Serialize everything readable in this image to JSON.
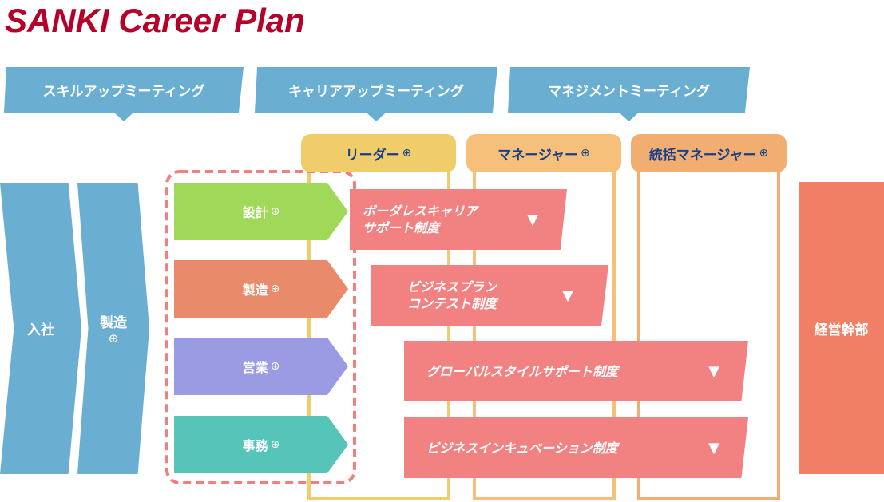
{
  "title": "SANKI Career Plan",
  "meetings": [
    "スキルアップミーティング",
    "キャリアアップミーティング",
    "マネジメントミーティング"
  ],
  "roles": [
    {
      "label": "リーダー",
      "color": "#f0cc6a"
    },
    {
      "label": "マネージャー",
      "color": "#f6c07a"
    },
    {
      "label": "統括マネージャー",
      "color": "#f2ae70"
    }
  ],
  "stages": {
    "entry": "入社",
    "first": "製造",
    "final": "経営幹部"
  },
  "departments": [
    {
      "label": "設計",
      "color": "#a0d85a"
    },
    {
      "label": "製造",
      "color": "#e98a6a"
    },
    {
      "label": "営業",
      "color": "#9b9be3"
    },
    {
      "label": "事務",
      "color": "#56c4b9"
    }
  ],
  "programs": [
    {
      "line1": "ボーダレスキャリア",
      "line2": "サポート制度"
    },
    {
      "line1": "ビジネスプラン",
      "line2": "コンテスト制度"
    },
    {
      "line1": "グローバルスタイルサポート制度",
      "line2": ""
    },
    {
      "line1": "ビジネスインキュベーション制度",
      "line2": ""
    }
  ],
  "icons": {
    "zoom": "⊕",
    "dropdown": "▼"
  }
}
